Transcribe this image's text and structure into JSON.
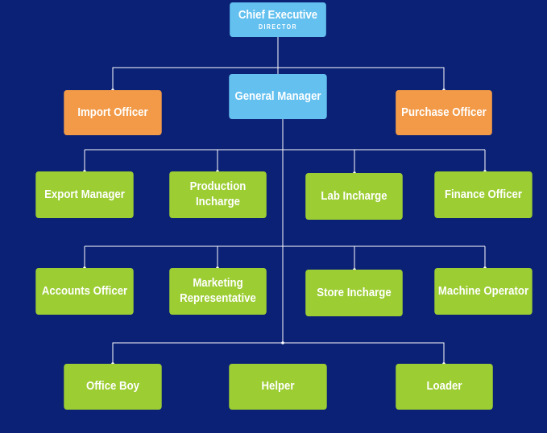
{
  "colors": {
    "background": "#0b2175",
    "connector": "#ffffff",
    "executive": "#63c0ef",
    "officer": "#f29a47",
    "staff": "#9ccd33"
  },
  "nodes": {
    "chief_executive": {
      "title": "Chief Executive",
      "subtitle": "DIRECTOR"
    },
    "general_manager": {
      "title": "General Manager"
    },
    "import_officer": {
      "title": "Import Officer"
    },
    "purchase_officer": {
      "title": "Purchase Officer"
    },
    "export_manager": {
      "title": "Export Manager"
    },
    "production_incharge": {
      "title": "Production Incharge"
    },
    "lab_incharge": {
      "title": "Lab Incharge"
    },
    "finance_officer": {
      "title": "Finance Officer"
    },
    "accounts_officer": {
      "title": "Accounts Officer"
    },
    "marketing_representative": {
      "title": "Marketing Representative"
    },
    "store_incharge": {
      "title": "Store Incharge"
    },
    "machine_operator": {
      "title": "Machine Operator"
    },
    "office_boy": {
      "title": "Office Boy"
    },
    "helper": {
      "title": "Helper"
    },
    "loader": {
      "title": "Loader"
    }
  }
}
